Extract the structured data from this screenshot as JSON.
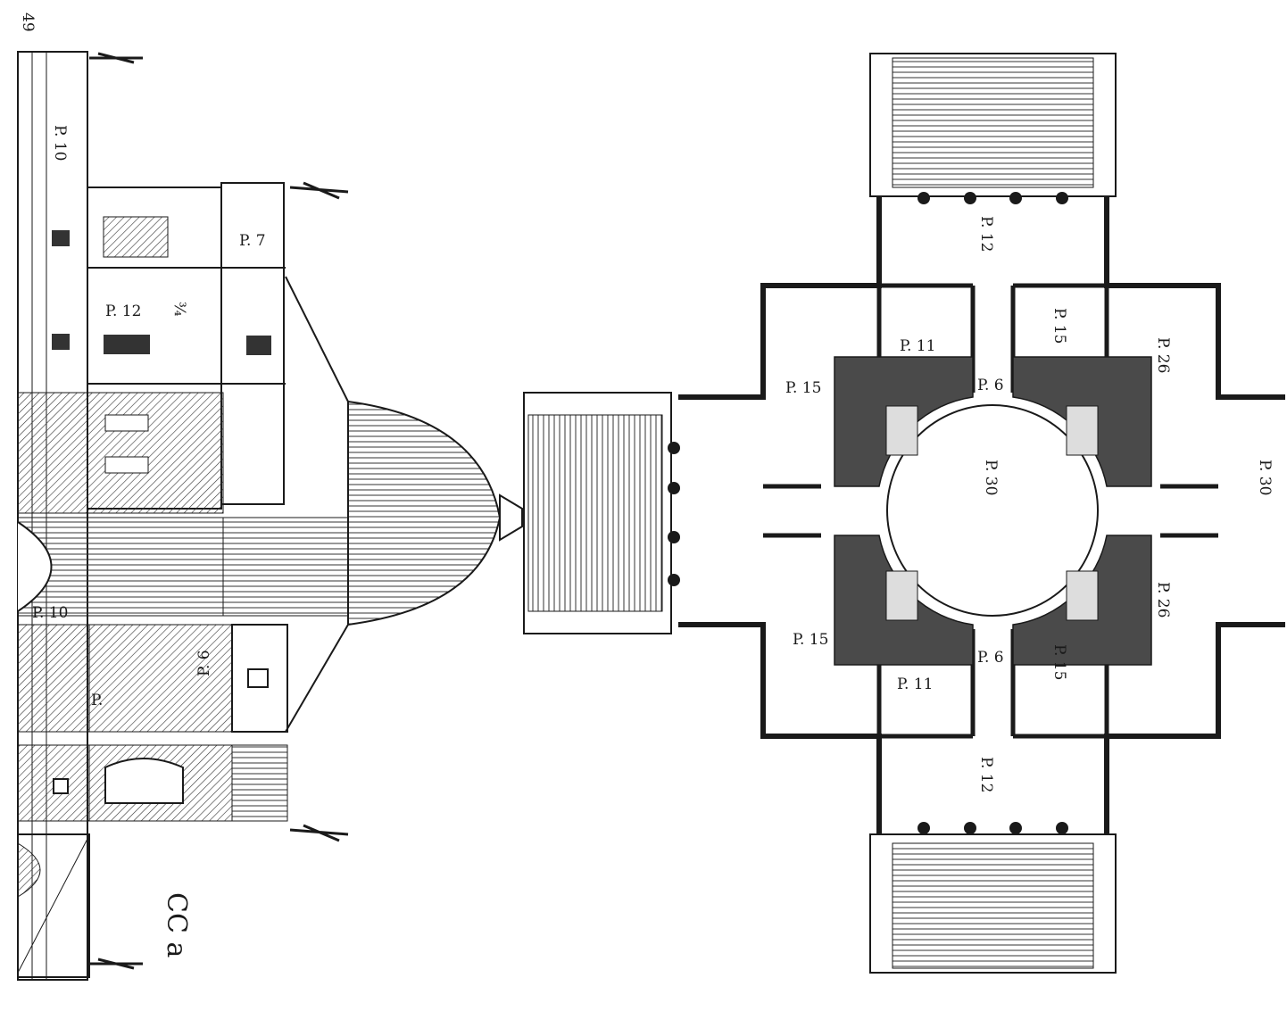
{
  "page_number": "49",
  "plate_mark": "CC a",
  "section_labels": {
    "upper_left": "P. 10",
    "middle_left": "P. 10",
    "p7": "P. 7",
    "p12": "P. 12",
    "fraction": "¾",
    "hall": "P. 6",
    "lower_left": "P."
  },
  "plan_labels": {
    "portico_top": "P. 12",
    "portico_bottom": "P. 12",
    "room_tl": "P. 15",
    "room_bl": "P. 15",
    "room_tr_small": "P. 15",
    "room_br_small": "P. 15",
    "room_tr": "P. 26",
    "room_br": "P. 26",
    "small_top": "P. 11",
    "small_bottom": "P. 11",
    "passage_top": "P. 6",
    "passage_bottom": "P. 6",
    "center": "P. 30",
    "portico_right": "P. 30"
  }
}
